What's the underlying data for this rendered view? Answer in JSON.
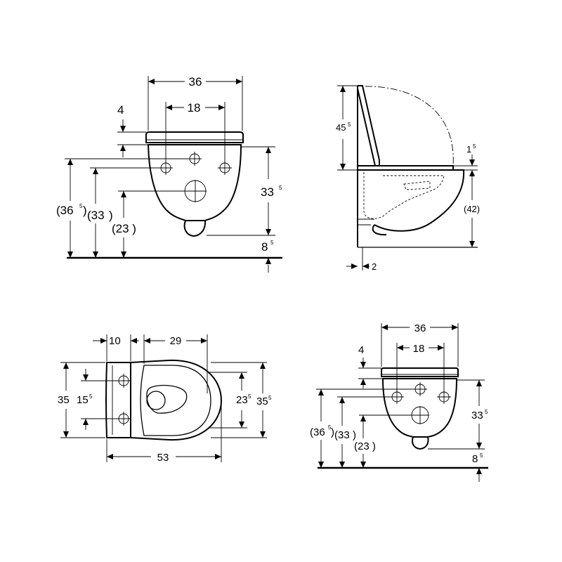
{
  "front_view_top": {
    "width": "36",
    "seat_offset": "4",
    "hole_spacing": "18",
    "bowl_height_main": "33",
    "bowl_height_frac": "5",
    "floor_gap_main": "8",
    "floor_gap_frac": "5",
    "height_total_main": "(36",
    "height_total_frac": "5",
    "height_total_close": ")",
    "height_bolts": "(33",
    "height_bolts_close": ")",
    "height_outlet": "(23 )"
  },
  "side_view": {
    "lid_height_main": "45",
    "lid_height_frac": "5",
    "seat_thickness_main": "1",
    "seat_thickness_frac": "5",
    "depth_to_floor": "(42)",
    "wall_gap": "2"
  },
  "top_view": {
    "dim_10": "10",
    "dim_29": "29",
    "dim_35": "35",
    "dim_15_main": "15",
    "dim_15_frac": "5",
    "dim_23_main": "23",
    "dim_23_frac": "5",
    "dim_35r_main": "35",
    "dim_35r_frac": "5",
    "length": "53"
  },
  "front_view_bottom": {
    "width": "36",
    "seat_offset": "4",
    "hole_spacing": "18",
    "bowl_height_main": "33",
    "bowl_height_frac": "5",
    "floor_gap_main": "8",
    "floor_gap_frac": "5",
    "height_total_main": "(36",
    "height_total_frac": "5",
    "height_total_close": ")",
    "height_bolts": "(33",
    "height_bolts_close": ")",
    "height_outlet": "(23 )"
  }
}
